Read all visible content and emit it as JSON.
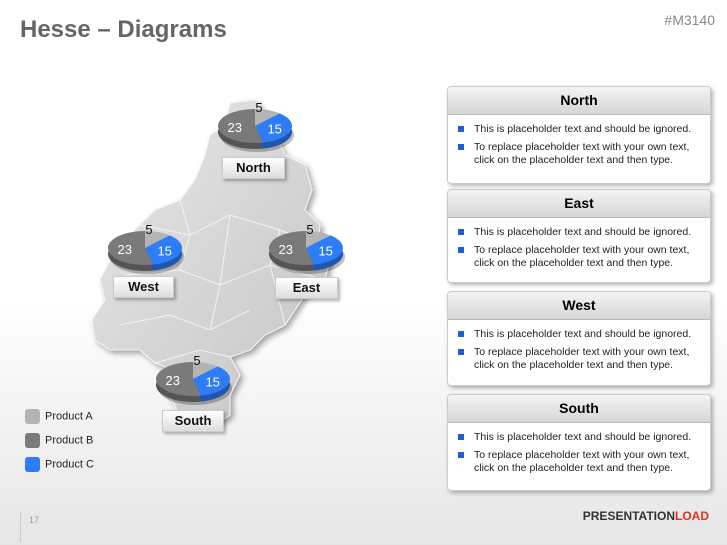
{
  "title": "Hesse – Diagrams",
  "code": "#M3140",
  "page_number": "17",
  "logo": {
    "part1": "PRESENTATION",
    "part2": "LOAD"
  },
  "colors": {
    "product_a": "#b4b4b4",
    "product_b": "#7a7a7a",
    "product_c": "#2e7cf6"
  },
  "regions": [
    {
      "name": "North",
      "values": {
        "a": 5,
        "b": 23,
        "c": 15
      }
    },
    {
      "name": "West",
      "values": {
        "a": 5,
        "b": 23,
        "c": 15
      }
    },
    {
      "name": "East",
      "values": {
        "a": 5,
        "b": 23,
        "c": 15
      }
    },
    {
      "name": "South",
      "values": {
        "a": 5,
        "b": 23,
        "c": 15
      }
    }
  ],
  "legend": [
    "Product A",
    "Product B",
    "Product C"
  ],
  "panels": [
    {
      "title": "North",
      "bullets": [
        "This is placeholder text and should be ignored.",
        "To replace placeholder text with your own text, click on the placeholder text and then type."
      ]
    },
    {
      "title": "East",
      "bullets": [
        "This is placeholder text and should be ignored.",
        "To replace placeholder text with your own text, click on the placeholder text and then type."
      ]
    },
    {
      "title": "West",
      "bullets": [
        "This is placeholder text and should be ignored.",
        "To replace placeholder text with your own text, click on the placeholder text and then type."
      ]
    },
    {
      "title": "South",
      "bullets": [
        "This is placeholder text and should be ignored.",
        "To replace placeholder text with your own text, click on the placeholder text and then type."
      ]
    }
  ]
}
